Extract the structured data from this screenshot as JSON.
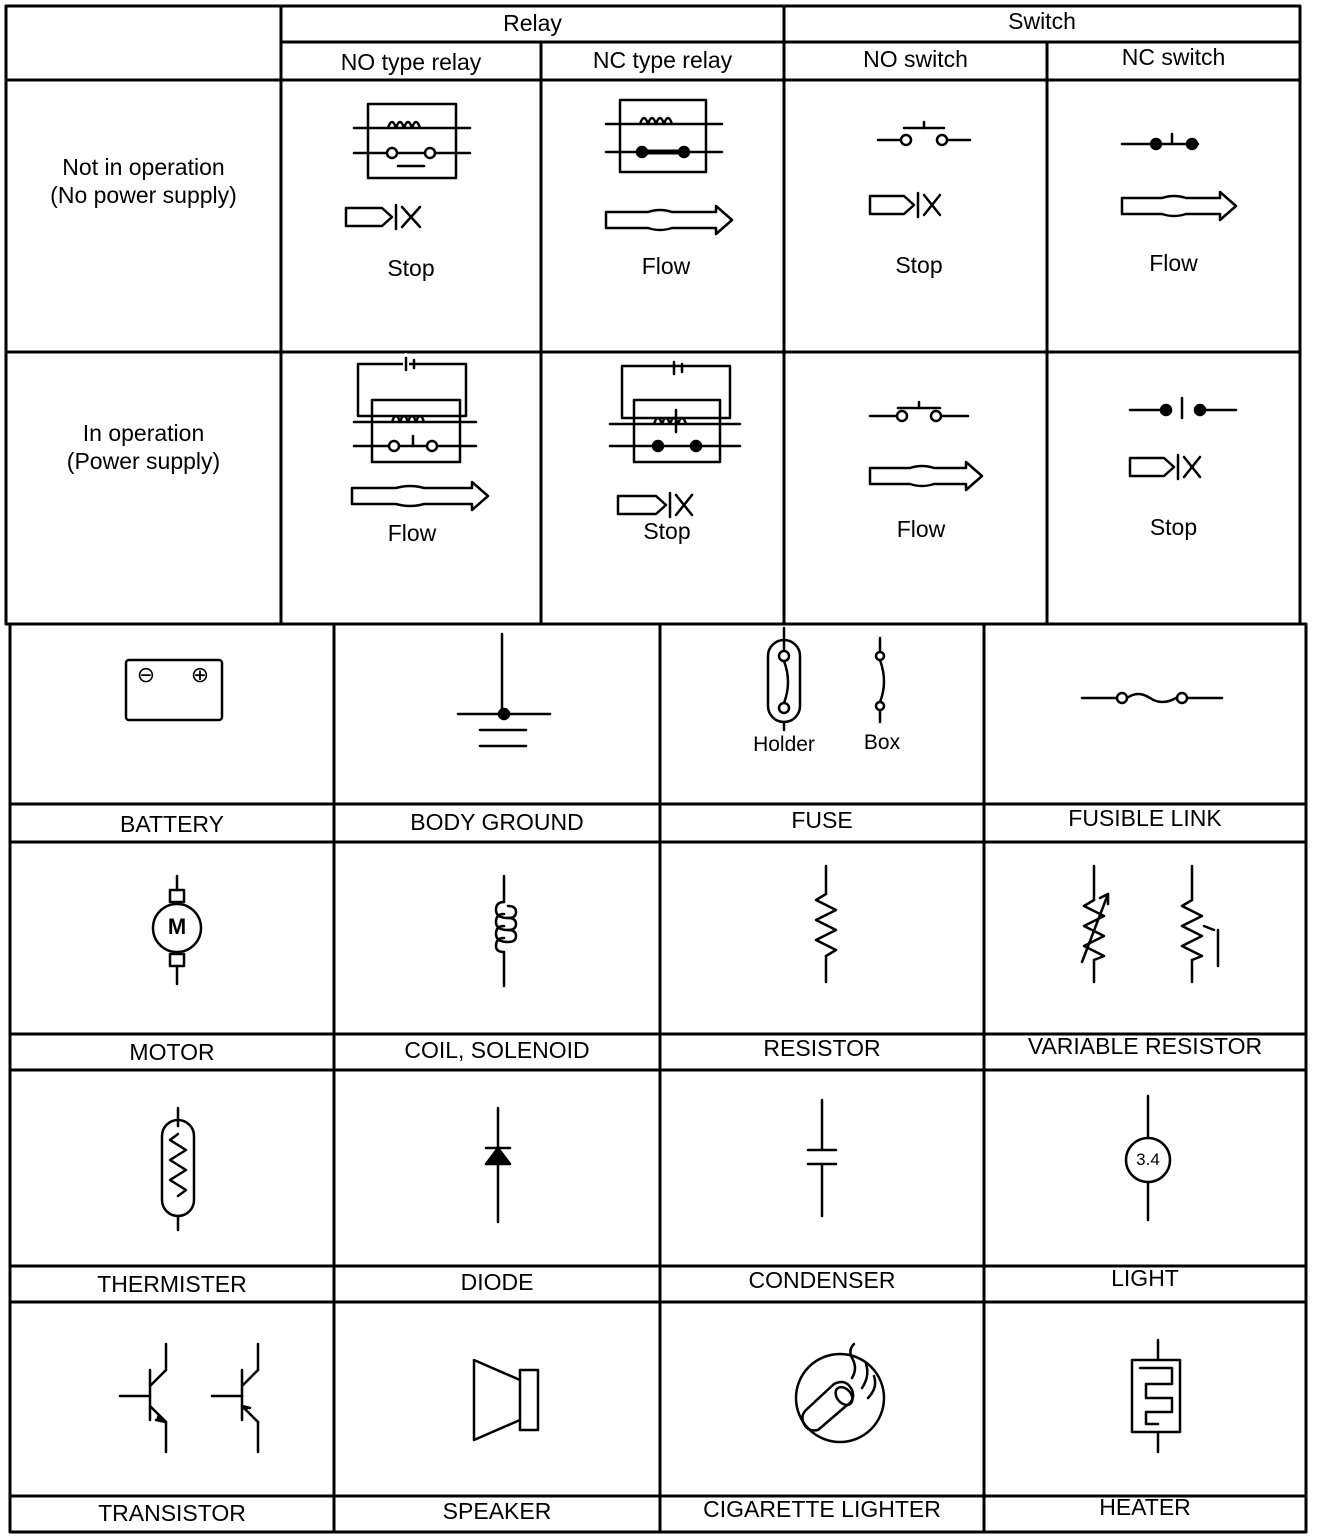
{
  "header": {
    "relay": "Relay",
    "switch": "Switch",
    "no_relay": "NO type relay",
    "nc_relay": "NC type relay",
    "no_switch": "NO switch",
    "nc_switch": "NC switch"
  },
  "rows": {
    "not_in_operation_line1": "Not in operation",
    "not_in_operation_line2": "(No power supply)",
    "in_operation_line1": "In operation",
    "in_operation_line2": "(Power supply)"
  },
  "states": {
    "r1c1": "Stop",
    "r1c2": "Flow",
    "r1c3": "Stop",
    "r1c4": "Flow",
    "r2c1": "Flow",
    "r2c2": "Stop",
    "r2c3": "Flow",
    "r2c4": "Stop"
  },
  "symbols": {
    "battery": "BATTERY",
    "body_ground": "BODY GROUND",
    "fuse": "FUSE",
    "fuse_holder": "Holder",
    "fuse_box": "Box",
    "fusible_link": "FUSIBLE LINK",
    "motor": "MOTOR",
    "motor_letter": "M",
    "coil": "COIL, SOLENOID",
    "resistor": "RESISTOR",
    "variable_resistor": "VARIABLE RESISTOR",
    "thermister": "THERMISTER",
    "diode": "DIODE",
    "condenser": "CONDENSER",
    "light": "LIGHT",
    "light_value": "3.4",
    "transistor": "TRANSISTOR",
    "speaker": "SPEAKER",
    "cigarette_lighter": "CIGARETTE LIGHTER",
    "heater": "HEATER",
    "battery_neg": "⊖",
    "battery_pos": "⊕"
  }
}
